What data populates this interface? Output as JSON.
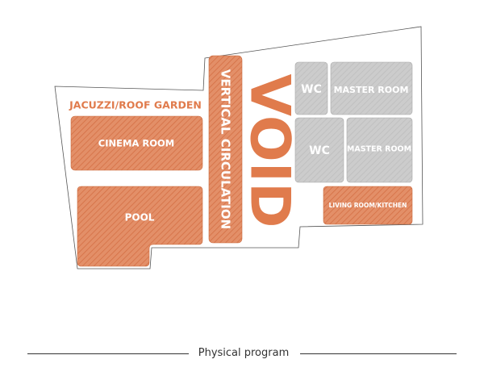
{
  "colors": {
    "accent": "#e07b4c",
    "gray": "#c8c8c8",
    "outline": "#555555"
  },
  "labels": {
    "jacuzzi": "JACUZZI/ROOF GARDEN",
    "cinema": "CINEMA ROOM",
    "pool": "POOL",
    "vertical": "VERTICAL CIRCULATION",
    "void": "VOID",
    "wc1": "WC",
    "master1": "MASTER ROOM",
    "wc2": "WC",
    "master2": "MASTER ROOM",
    "living": "LIVING ROOM/KITCHEN"
  },
  "caption": "Physical program"
}
